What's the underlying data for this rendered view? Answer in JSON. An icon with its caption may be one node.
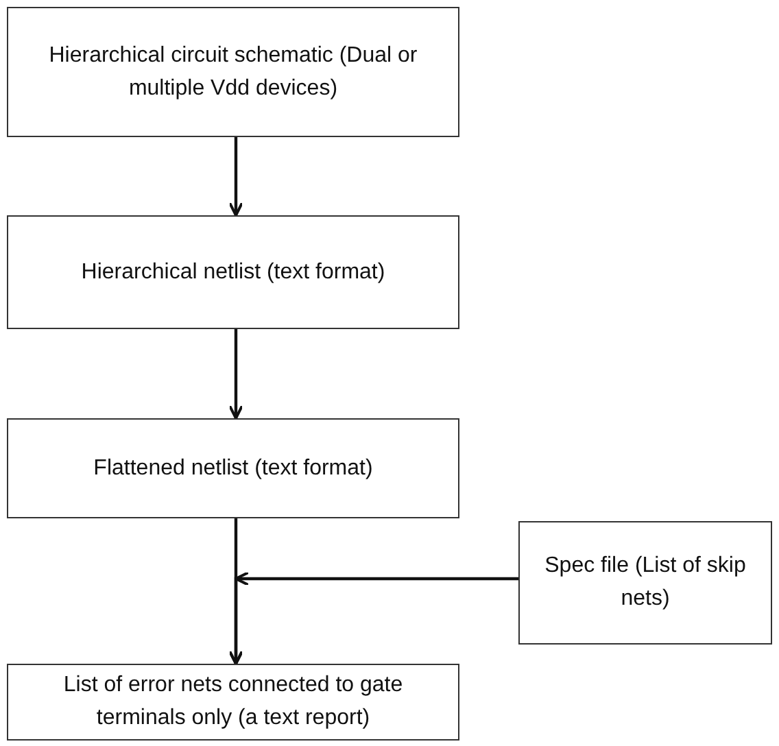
{
  "diagram": {
    "nodes": [
      {
        "text": [
          "Hierarchical circuit schematic (Dual or multiple Vdd devices)"
        ]
      },
      {
        "text": [
          "Hierarchical netlist (text format)"
        ]
      },
      {
        "text": [
          "Flattened netlist (text format)"
        ]
      },
      {
        "text": [
          "Spec file (List of skip nets)"
        ]
      },
      {
        "text": [
          "List of error nets connected to gate terminals only (a text report)"
        ]
      }
    ],
    "edges": [
      {
        "from": 0,
        "to": 1,
        "arrow": "to"
      },
      {
        "from": 1,
        "to": 2,
        "arrow": "to"
      },
      {
        "from": 2,
        "to": 4,
        "arrow": "to"
      },
      {
        "from": 3,
        "to": 4,
        "arrow": "to"
      }
    ]
  }
}
